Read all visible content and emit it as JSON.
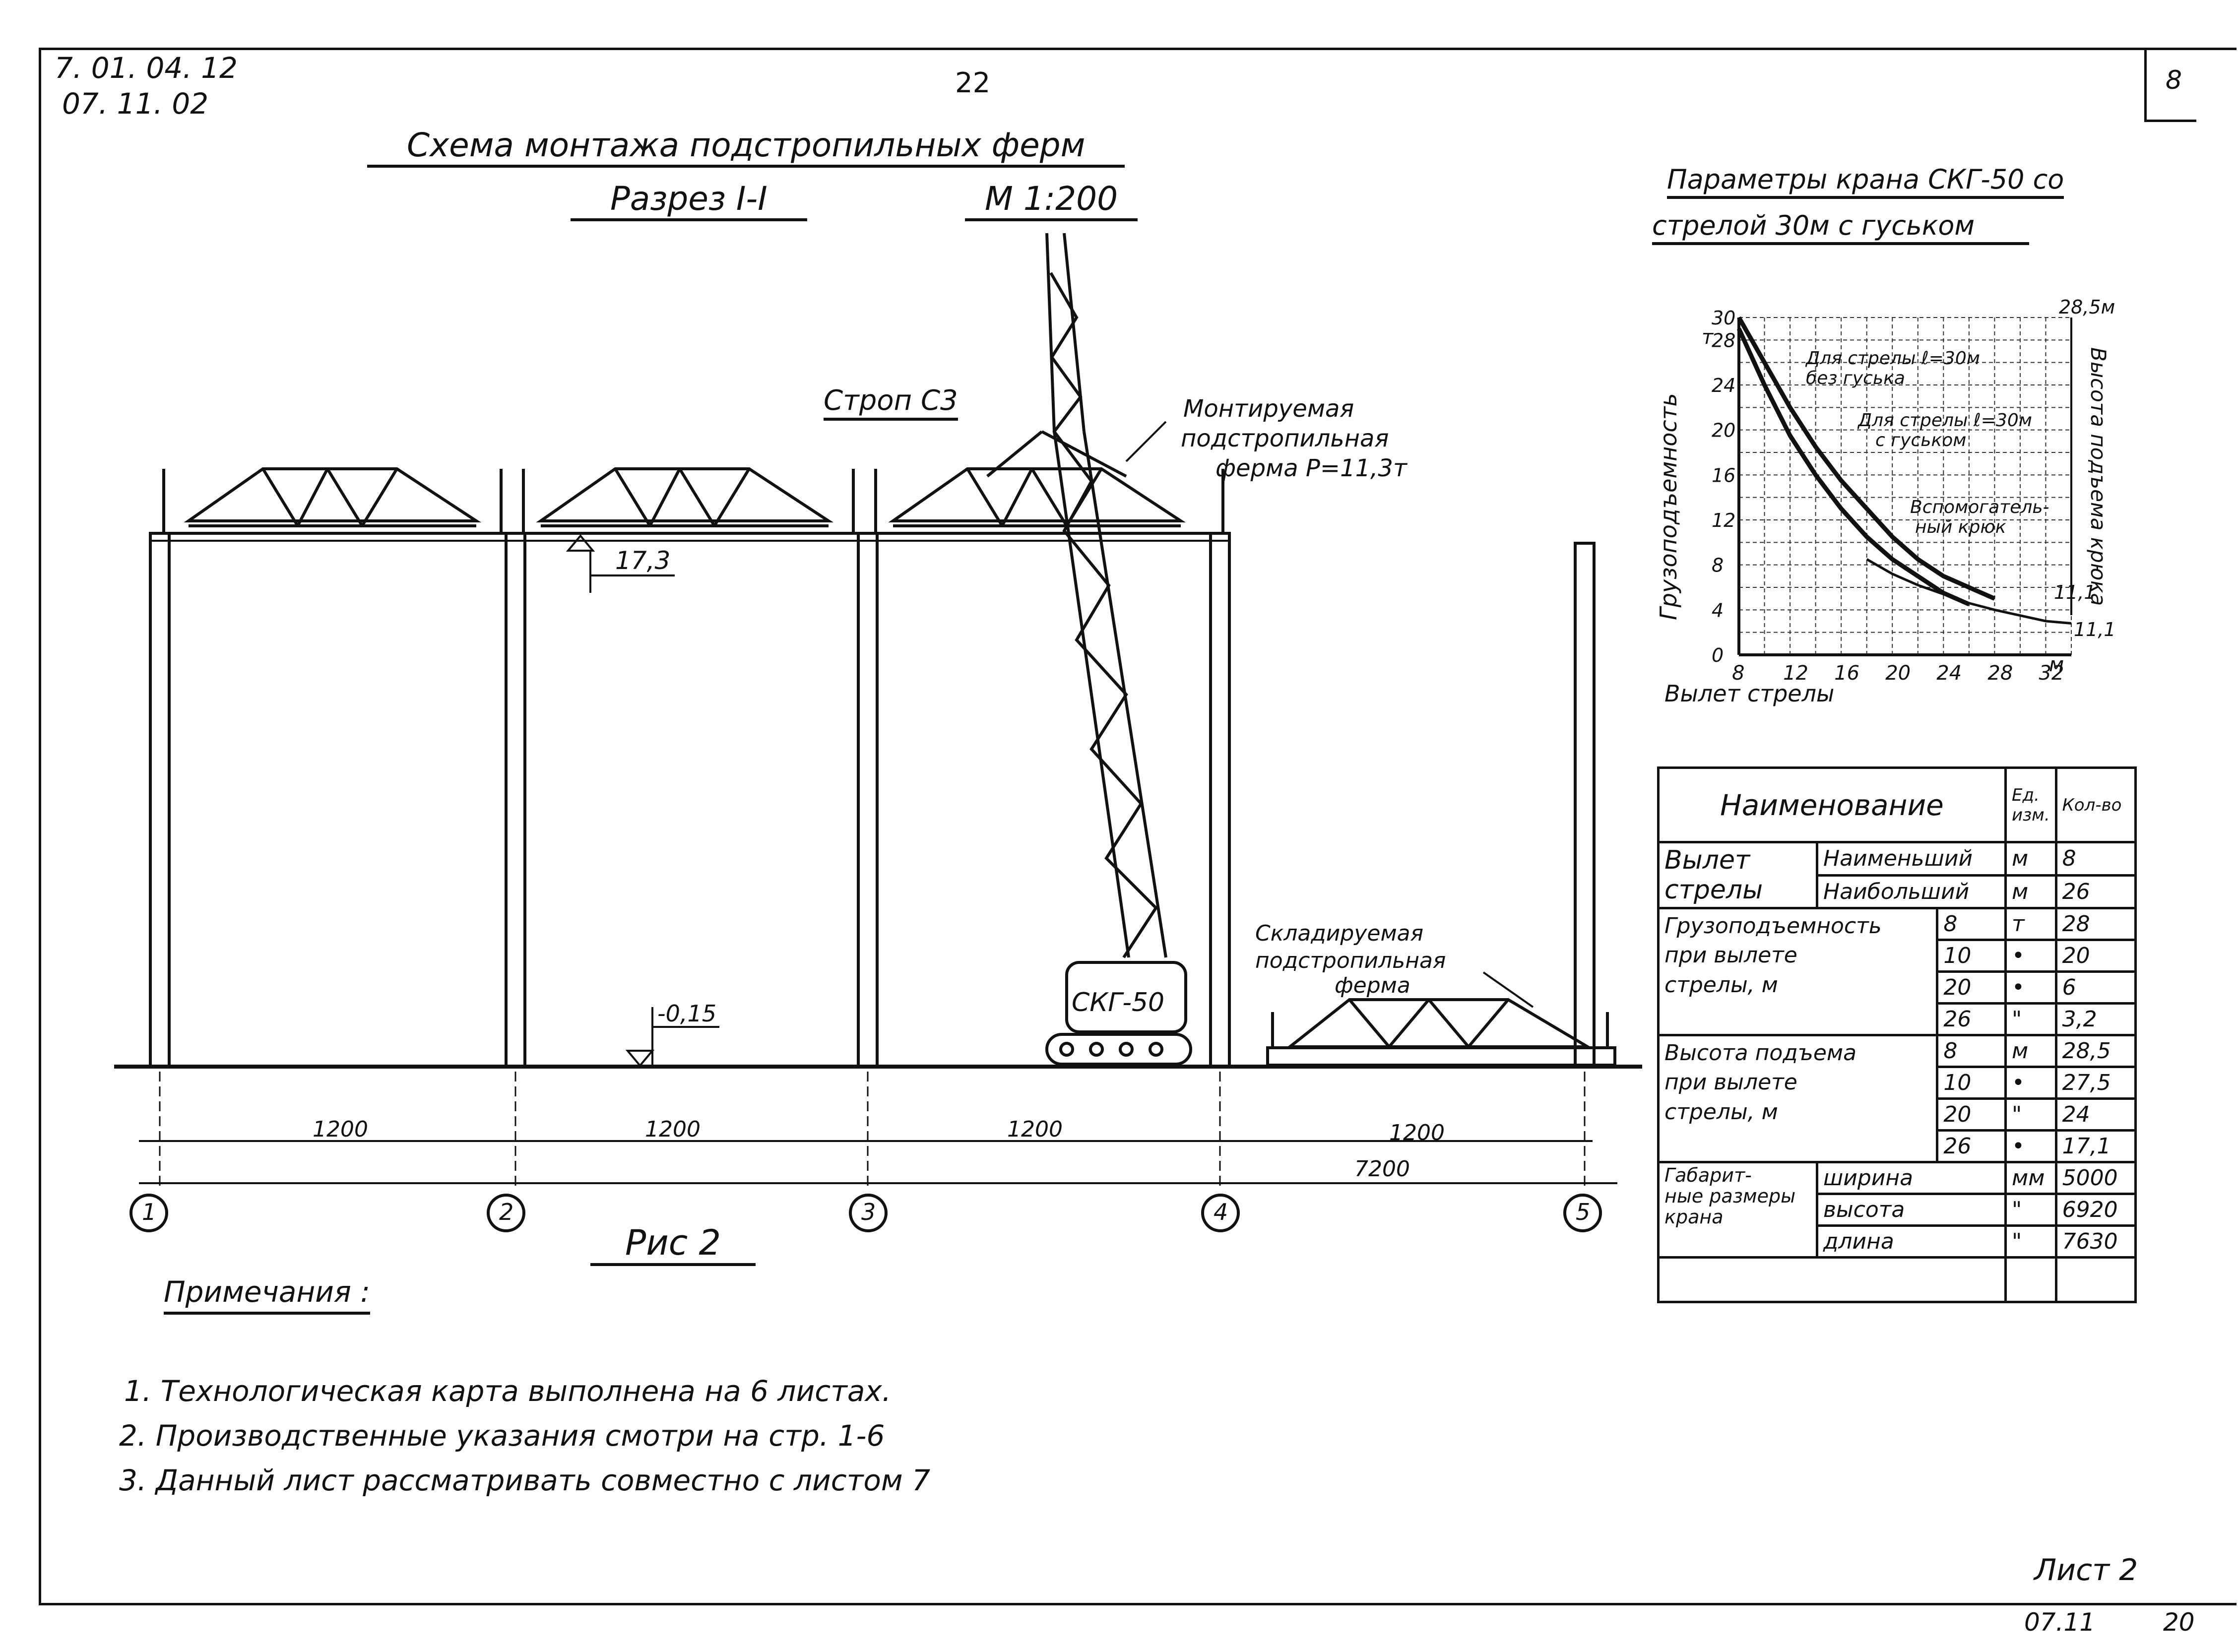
{
  "header": {
    "doc_code_line1": "7. 01. 04. 12",
    "doc_code_line2": "07. 11. 02",
    "page_number": "22",
    "sheet_corner": "8"
  },
  "drawing": {
    "title": "Схема монтажа подстропильных ферм",
    "section": "Разрез I-I",
    "scale": "М 1:200",
    "sling_label": "Строп С3",
    "mounted_truss_label_1": "Монтируемая",
    "mounted_truss_label_2": "подстропильная",
    "mounted_truss_label_3": "ферма Р=11,3т",
    "stored_truss_label_1": "Складируемая",
    "stored_truss_label_2": "подстропильная",
    "stored_truss_label_3": "ферма",
    "crane_label": "СКГ-50",
    "elevation_top": "17,3",
    "elevation_ground": "-0,15",
    "spans": [
      "1200",
      "1200",
      "1200",
      "1200"
    ],
    "total_span": "7200",
    "axes": [
      "1",
      "2",
      "3",
      "4",
      "5"
    ],
    "figure_caption": "Рис 2"
  },
  "chart_data": {
    "type": "line",
    "title_line1": "Параметры крана СКГ-50 со",
    "title_line2": "стрелой 30м с гуськом",
    "xlabel": "Вылет стрелы",
    "x_unit": "м",
    "ylabel": "Грузоподъемность",
    "ylabel_unit": "т",
    "y2label": "Высота подъема крюка",
    "y2_top_label": "28,5м",
    "x_ticks": [
      "8",
      "12",
      "16",
      "20",
      "24",
      "28",
      "32"
    ],
    "y_ticks": [
      "0",
      "4",
      "8",
      "12",
      "16",
      "20",
      "24",
      "28",
      "30"
    ],
    "y2_marks": [
      "11,1",
      "11,1"
    ],
    "xlim": [
      8,
      34
    ],
    "ylim": [
      0,
      30
    ],
    "annotation_1_line1": "Для стрелы ℓ=30м",
    "annotation_1_line2": "без гуська",
    "annotation_2_line1": "Для стрелы ℓ=30м",
    "annotation_2_line2": "с гуськом",
    "annotation_3_line1": "Вспомогатель-",
    "annotation_3_line2": "ный крюк",
    "series": [
      {
        "x": [
          8,
          10,
          12,
          14,
          16,
          18,
          20,
          22,
          24,
          26
        ],
        "values": [
          29,
          24,
          19.5,
          16,
          13,
          10.5,
          8.5,
          7,
          5.5,
          4.5
        ]
      },
      {
        "x": [
          8,
          10,
          12,
          14,
          16,
          18,
          20,
          22,
          24,
          26,
          28
        ],
        "values": [
          30,
          26,
          22,
          18.5,
          15.5,
          13,
          10.5,
          8.5,
          7,
          6,
          5
        ]
      },
      {
        "x": [
          18,
          20,
          22,
          24,
          26,
          28,
          30,
          32,
          34
        ],
        "values": [
          8.5,
          7.2,
          6.2,
          5.4,
          4.6,
          4,
          3.5,
          3,
          2.8
        ]
      }
    ]
  },
  "table": {
    "header_name": "Наименование",
    "header_unit": "Ед. изм.",
    "header_qty": "Кол-во",
    "boom_reach_label": "Вылет стрелы",
    "boom_min_label": "Наименьший",
    "boom_max_label": "Наибольший",
    "boom_min": {
      "unit": "м",
      "value": "8"
    },
    "boom_max": {
      "unit": "м",
      "value": "26"
    },
    "capacity_label_1": "Грузоподъемность",
    "capacity_label_2": "при вылете",
    "capacity_label_3": "стрелы, м",
    "capacity_rows": [
      {
        "reach": "8",
        "unit": "т",
        "value": "28"
      },
      {
        "reach": "10",
        "unit": "•",
        "value": "20"
      },
      {
        "reach": "20",
        "unit": "•",
        "value": "6"
      },
      {
        "reach": "26",
        "unit": "\"",
        "value": "3,2"
      }
    ],
    "height_label_1": "Высота подъема",
    "height_label_2": "при вылете",
    "height_label_3": "стрелы, м",
    "height_rows": [
      {
        "reach": "8",
        "unit": "м",
        "value": "28,5"
      },
      {
        "reach": "10",
        "unit": "•",
        "value": "27,5"
      },
      {
        "reach": "20",
        "unit": "\"",
        "value": "24"
      },
      {
        "reach": "26",
        "unit": "•",
        "value": "17,1"
      }
    ],
    "dims_label_1": "Габарит-",
    "dims_label_2": "ные размеры",
    "dims_label_3": "крана",
    "dims_rows": [
      {
        "name": "ширина",
        "unit": "мм",
        "value": "5000"
      },
      {
        "name": "высота",
        "unit": "\"",
        "value": "6920"
      },
      {
        "name": "длина",
        "unit": "\"",
        "value": "7630"
      }
    ]
  },
  "notes": {
    "heading": "Примечания :",
    "items": [
      "1. Технологическая карта выполнена на 6 листах.",
      "2. Производственные указания смотри на стр. 1-6",
      "3. Данный лист рассматривать совместно с листом 7"
    ]
  },
  "footer": {
    "sheet_label": "Лист 2",
    "date": "07.11",
    "number": "20"
  }
}
